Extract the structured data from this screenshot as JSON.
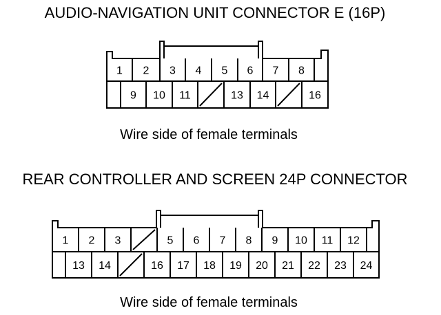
{
  "connector_e": {
    "title": "AUDIO-NAVIGATION UNIT CONNECTOR E (16P)",
    "caption": "Wire side of female terminals",
    "row1": [
      "1",
      "2",
      "3",
      "4",
      "5",
      "6",
      "7",
      "8",
      ""
    ],
    "row2": [
      "",
      "9",
      "10",
      "11",
      "/",
      "13",
      "14",
      "/",
      "16"
    ]
  },
  "connector_rear": {
    "title": "REAR CONTROLLER AND SCREEN 24P CONNECTOR",
    "caption": "Wire side of female terminals",
    "row1": [
      "1",
      "2",
      "3",
      "/",
      "5",
      "6",
      "7",
      "8",
      "9",
      "10",
      "11",
      "12",
      ""
    ],
    "row2": [
      "",
      "13",
      "14",
      "/",
      "16",
      "17",
      "18",
      "19",
      "20",
      "21",
      "22",
      "23",
      "24"
    ]
  }
}
